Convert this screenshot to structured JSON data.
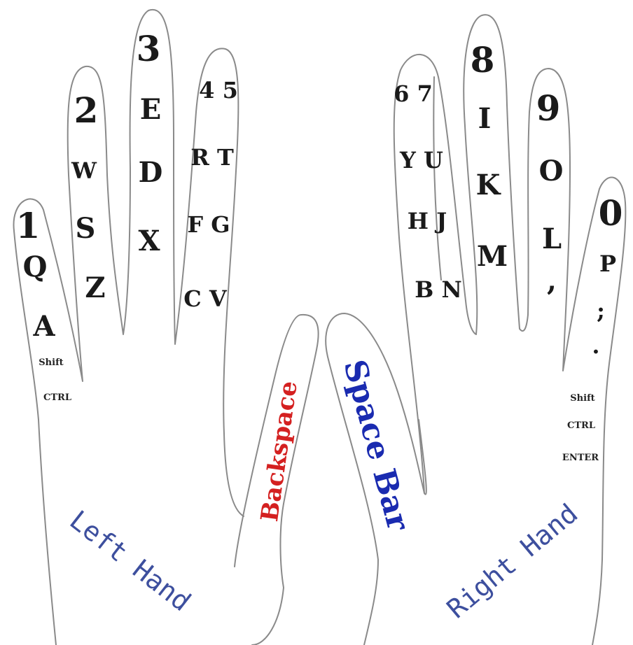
{
  "colors": {
    "outline": "#8a8a8a",
    "key_text": "#1a1a1a",
    "hand_label": "#3d4f9e",
    "space_bar": "#1a2bb0",
    "backspace": "#d42020"
  },
  "left_hand": {
    "label": "Left Hand",
    "pinky": {
      "num": "1",
      "keys": [
        "Q",
        "A"
      ],
      "mods": [
        "Shift",
        "CTRL"
      ]
    },
    "ring": {
      "num": "2",
      "keys": [
        "W",
        "S",
        "Z"
      ]
    },
    "middle": {
      "num": "3",
      "keys": [
        "E",
        "D",
        "X"
      ]
    },
    "index": {
      "num": "4 5",
      "keys": [
        "R T",
        "F G",
        "C V"
      ]
    },
    "thumb": {
      "label": "Backspace"
    }
  },
  "right_hand": {
    "label": "Right Hand",
    "thumb": {
      "label": "Space Bar"
    },
    "index": {
      "num": "6 7",
      "keys": [
        "Y U",
        "H J",
        "B N"
      ]
    },
    "middle": {
      "num": "8",
      "keys": [
        "I",
        "K",
        "M"
      ]
    },
    "ring": {
      "num": "9",
      "keys": [
        "O",
        "L",
        ","
      ]
    },
    "pinky": {
      "num": "0",
      "keys": [
        "P",
        ";",
        "."
      ],
      "mods": [
        "Shift",
        "CTRL",
        "ENTER"
      ]
    }
  }
}
